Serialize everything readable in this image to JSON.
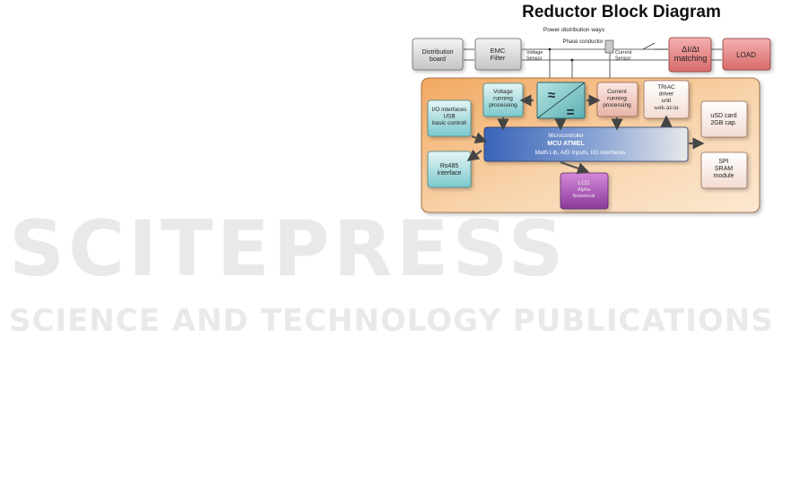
{
  "watermark": {
    "title": "SCITEPRESS",
    "subtitle": "SCIENCE AND TECHNOLOGY PUBLICATIONS"
  },
  "diagram": {
    "title": "Reductor Block Diagram",
    "power_ways": "Power distribution ways",
    "phase_conductor": "Phase conductor",
    "voltage_sensor": [
      "Voltage",
      "Sensor"
    ],
    "current_sensor": [
      "Current",
      "Sensor"
    ],
    "distribution_board": [
      "Distribution",
      "board"
    ],
    "emc_filter": [
      "EMC",
      "Filter"
    ],
    "matching": [
      "ΔI/Δt",
      "matching"
    ],
    "load": "LOAD",
    "voltage_processing": [
      "Voltage",
      "running",
      "processing"
    ],
    "current_processing": [
      "Current",
      "running",
      "processing"
    ],
    "triac": [
      "TRIAC",
      "driver",
      "unit",
      "with ΔI/Δt"
    ],
    "io_interfaces": [
      "I/O interfaces",
      "USB",
      "basic controll"
    ],
    "rs485": [
      "Rs485",
      "interface"
    ],
    "microcontroller": [
      "Microcontroller",
      "MCU ATMEL",
      "Math Lib, A/D Inputs, I/O interfaces"
    ],
    "lcd": [
      "LCD",
      "Alpha",
      "Numerical"
    ],
    "usd": [
      "uSD card",
      "2GB cap."
    ],
    "spi": [
      "SPI",
      "SRAM",
      "module"
    ],
    "ac_symbol": "≈",
    "dc_symbol": "="
  }
}
